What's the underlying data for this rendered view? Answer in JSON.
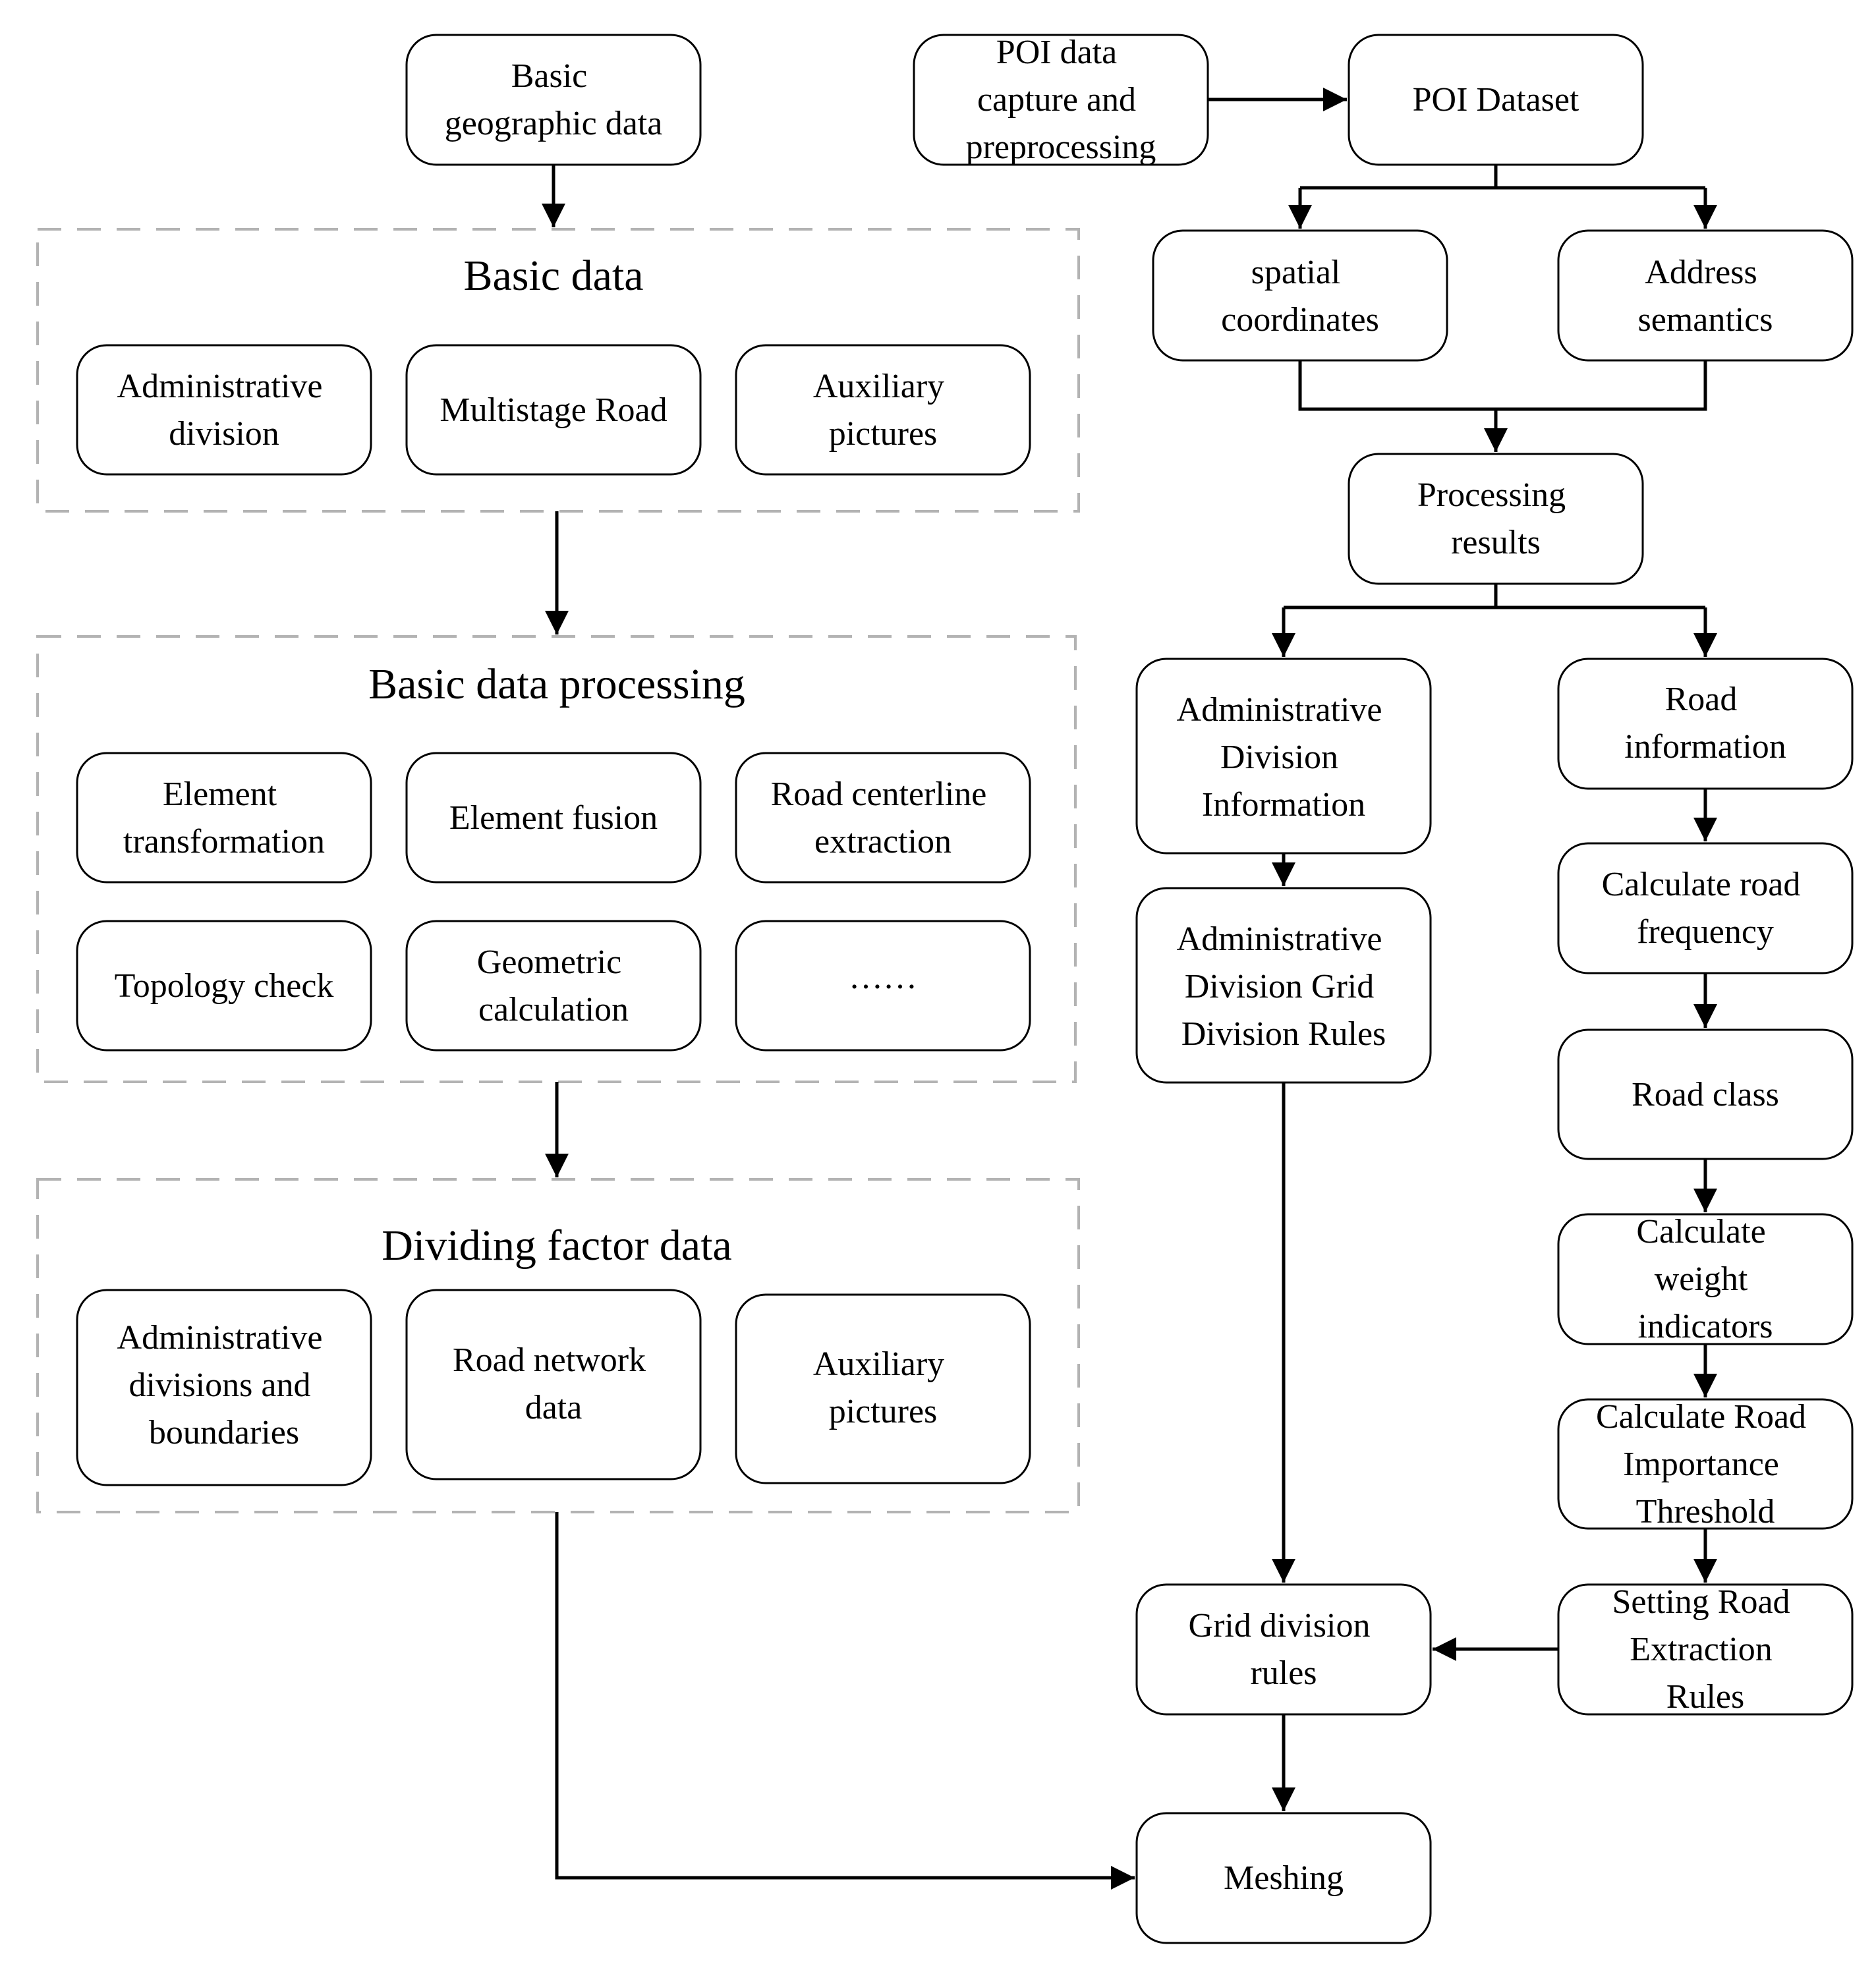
{
  "groups": {
    "basic_data": "Basic data",
    "basic_data_processing": "Basic data processing",
    "dividing_factor_data": "Dividing factor data"
  },
  "boxes": {
    "basic_geographic_data": [
      "Basic",
      "geographic data"
    ],
    "administrative_division": [
      "Administrative",
      "division"
    ],
    "multistage_road": [
      "Multistage Road"
    ],
    "auxiliary_pictures_1": [
      "Auxiliary",
      "pictures"
    ],
    "element_transformation": [
      "Element",
      "transformation"
    ],
    "element_fusion": [
      "Element fusion"
    ],
    "road_centerline_extraction": [
      "Road centerline",
      "extraction"
    ],
    "topology_check": [
      "Topology check"
    ],
    "geometric_calculation": [
      "Geometric",
      "calculation"
    ],
    "ellipsis": [
      "……"
    ],
    "administrative_divisions_boundaries": [
      "Administrative",
      "divisions and",
      "boundaries"
    ],
    "road_network_data": [
      "Road network",
      "data"
    ],
    "auxiliary_pictures_2": [
      "Auxiliary",
      "pictures"
    ],
    "poi_capture": [
      "POI data",
      "capture and",
      "preprocessing"
    ],
    "poi_dataset": [
      "POI Dataset"
    ],
    "spatial_coordinates": [
      "spatial",
      "coordinates"
    ],
    "address_semantics": [
      "Address",
      "semantics"
    ],
    "processing_results": [
      "Processing",
      "results"
    ],
    "admin_division_information": [
      "Administrative",
      "Division",
      "Information"
    ],
    "road_information": [
      "Road",
      "information"
    ],
    "calculate_road_frequency": [
      "Calculate road",
      "frequency"
    ],
    "admin_grid_rules": [
      "Administrative",
      "Division Grid",
      "Division Rules"
    ],
    "road_class": [
      "Road class"
    ],
    "calculate_weight_indicators": [
      "Calculate",
      "weight",
      "indicators"
    ],
    "calculate_road_importance_threshold": [
      "Calculate Road",
      "Importance",
      "Threshold"
    ],
    "setting_road_extraction_rules": [
      "Setting Road",
      "Extraction",
      "Rules"
    ],
    "grid_division_rules": [
      "Grid division",
      "rules"
    ],
    "meshing": [
      "Meshing"
    ]
  }
}
